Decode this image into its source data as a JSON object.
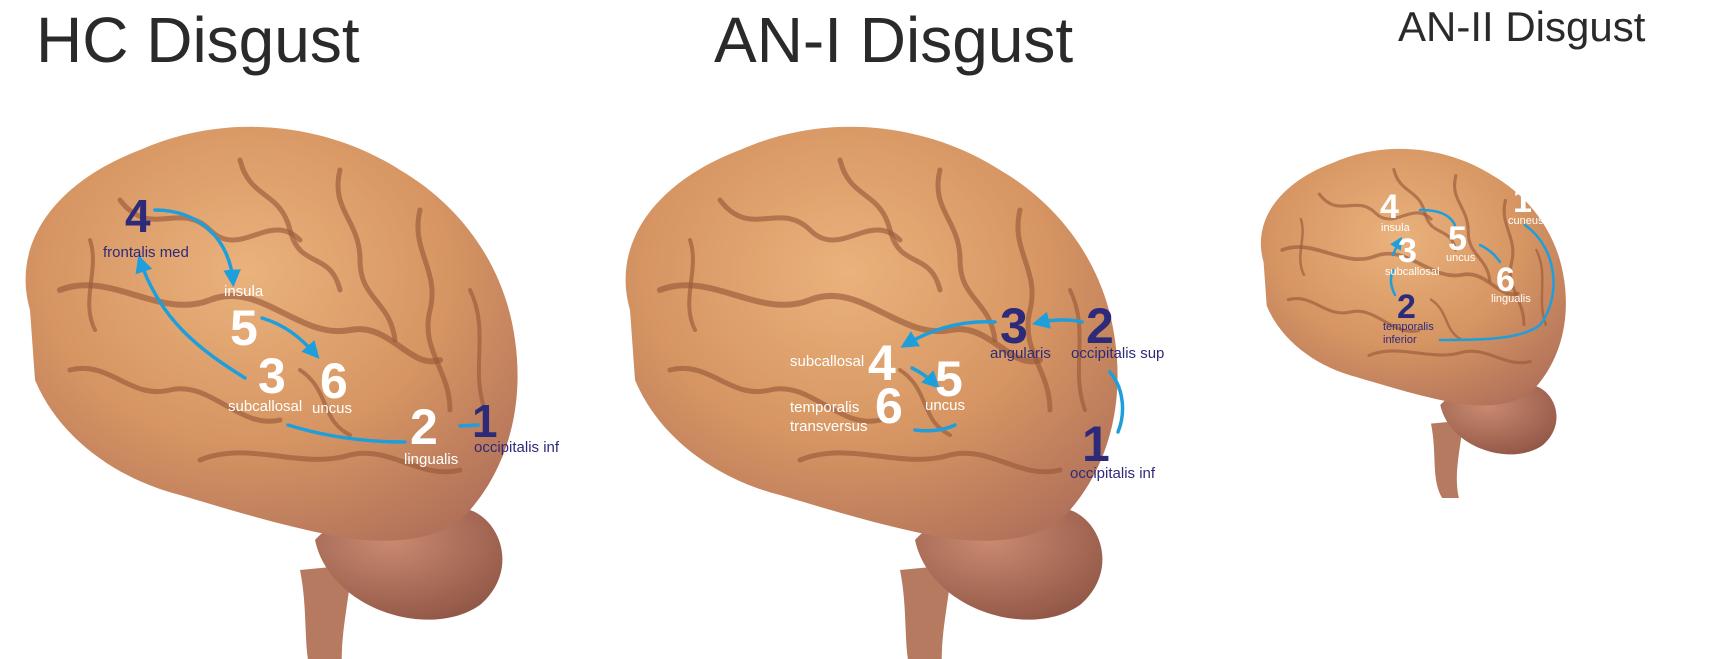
{
  "panels": [
    {
      "title": "HC Disgust",
      "nodes": [
        {
          "number": "1",
          "label": "occipitalis inf"
        },
        {
          "number": "2",
          "label": "lingualis"
        },
        {
          "number": "3",
          "label": "subcallosal"
        },
        {
          "number": "4",
          "label": "frontalis med"
        },
        {
          "number": "5",
          "label": "insula"
        },
        {
          "number": "6",
          "label": "uncus"
        }
      ]
    },
    {
      "title": "AN-I Disgust",
      "nodes": [
        {
          "number": "1",
          "label": "occipitalis inf"
        },
        {
          "number": "2",
          "label": "occipitalis sup"
        },
        {
          "number": "3",
          "label": "angularis"
        },
        {
          "number": "4",
          "label": "subcallosal"
        },
        {
          "number": "5",
          "label": "uncus"
        },
        {
          "number": "6",
          "label": "temporalis transversus"
        }
      ]
    },
    {
      "title": "AN-II Disgust",
      "nodes": [
        {
          "number": "1",
          "label": "cuneus"
        },
        {
          "number": "2",
          "label": "temporalis inferior"
        },
        {
          "number": "3",
          "label": "subcallosal"
        },
        {
          "number": "4",
          "label": "insula"
        },
        {
          "number": "5",
          "label": "uncus"
        },
        {
          "number": "6",
          "label": "lingualis"
        }
      ]
    }
  ],
  "colors": {
    "brain": "#d99a6a",
    "arrow": "#1e9fdc",
    "dark_number": "#2e2a7a",
    "white_number": "#ffffff",
    "title": "#2a2a2a"
  }
}
